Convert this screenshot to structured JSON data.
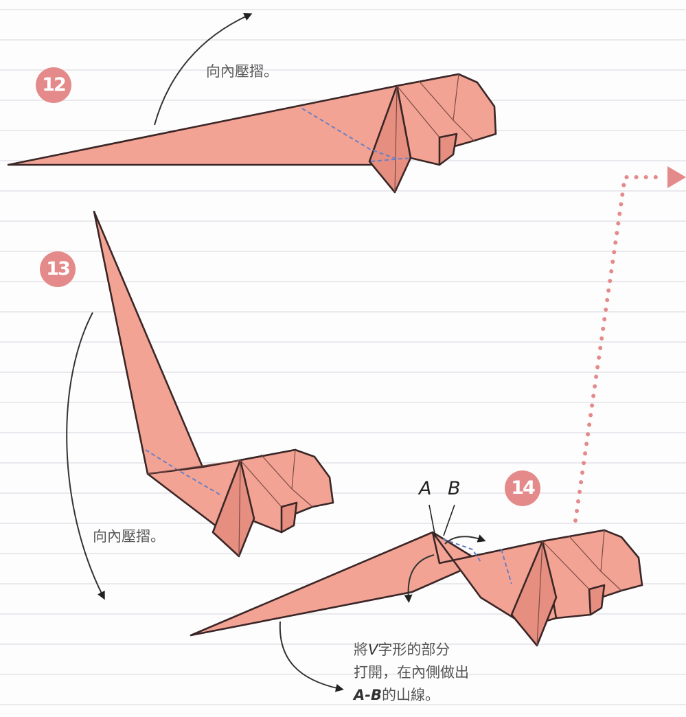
{
  "steps": {
    "step12": {
      "number": "12",
      "caption": "向內壓摺。"
    },
    "step13": {
      "number": "13",
      "caption": "向內壓摺。"
    },
    "step14": {
      "number": "14",
      "label_a": "A",
      "label_b": "B",
      "note_line1_letter": "V",
      "note_line1_rest": "字形的部分",
      "note_line1_prefix": "將",
      "note_line2": "打開，在內側做出",
      "note_line3_letters": "A-B",
      "note_line3_rest": "的山線。"
    }
  },
  "colors": {
    "paper": "#f2a394",
    "paper_shade": "#e68e80",
    "badge": "#e48a8a",
    "valley_fold": "#6a7fc4",
    "ruled_line": "#e9e9ee"
  }
}
